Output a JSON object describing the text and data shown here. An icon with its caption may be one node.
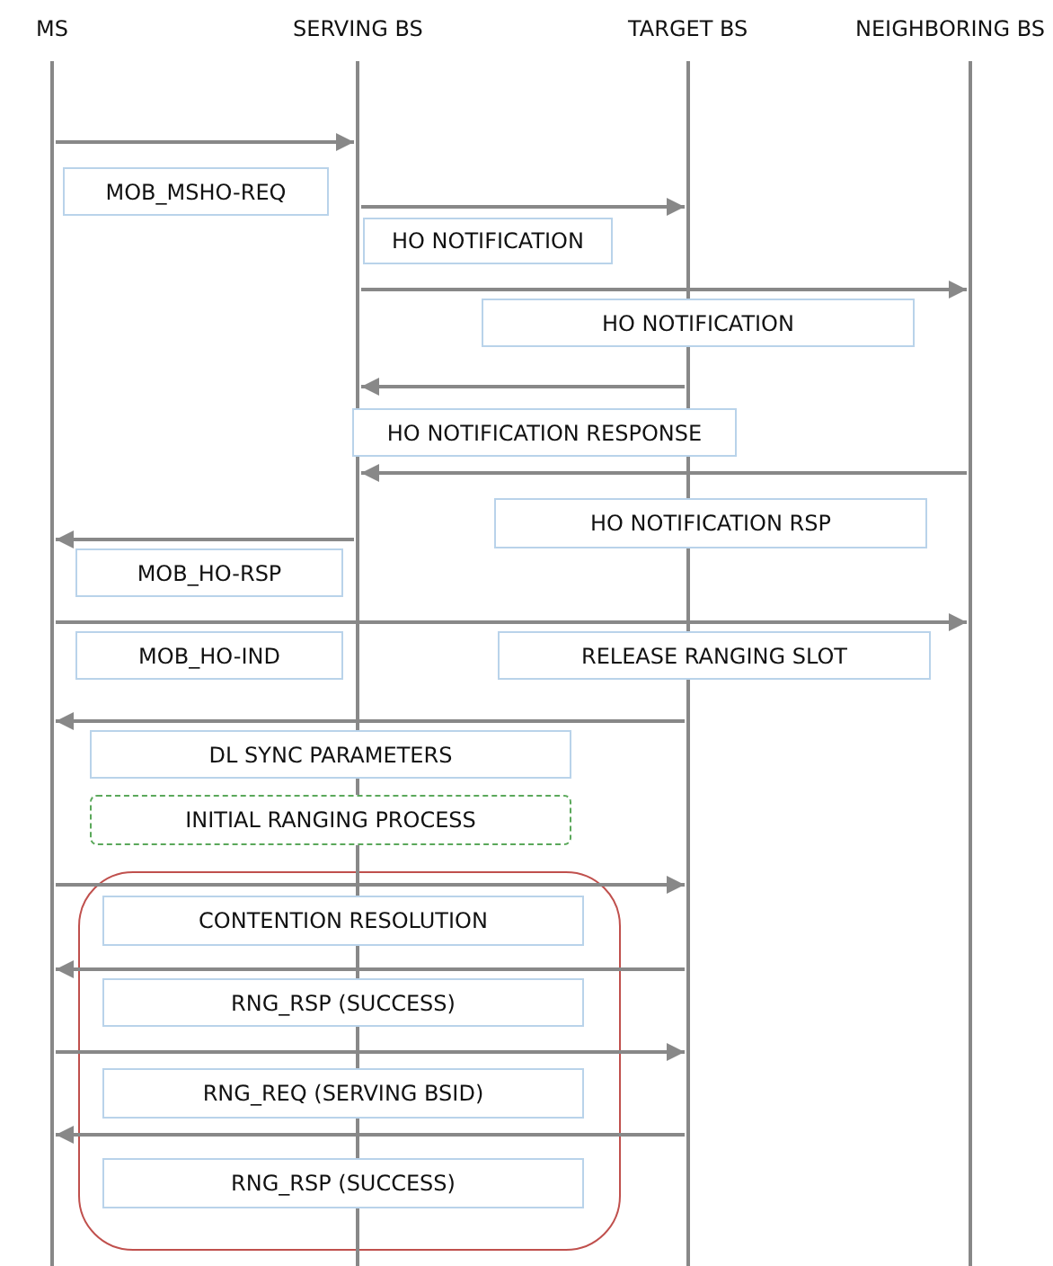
{
  "diagram": {
    "nodes": [
      {
        "text": [
          "MS"
        ]
      },
      {
        "text": [
          "SERVING BS"
        ]
      },
      {
        "text": [
          "TARGET BS"
        ]
      },
      {
        "text": [
          "NEIGHBORING BS"
        ]
      },
      {
        "text": [
          "INITIAL RANGING PROCESS"
        ]
      }
    ],
    "edges": [
      {
        "from": 0,
        "to": 1,
        "arrow": "to",
        "label": "MOB_MSHO-REQ"
      },
      {
        "from": 1,
        "to": 2,
        "arrow": "to",
        "label": "HO NOTIFICATION"
      },
      {
        "from": 1,
        "to": 3,
        "arrow": "to",
        "label": "HO NOTIFICATION"
      },
      {
        "from": 2,
        "to": 1,
        "arrow": "to",
        "label": "HO NOTIFICATION RESPONSE"
      },
      {
        "from": 3,
        "to": 1,
        "arrow": "to",
        "label": "HO NOTIFICATION RSP"
      },
      {
        "from": 1,
        "to": 0,
        "arrow": "to",
        "label": "MOB_HO-RSP"
      },
      {
        "from": 0,
        "to": 3,
        "arrow": "to",
        "label": "MOB_HO-IND"
      },
      {
        "from": 2,
        "to": 0,
        "arrow": "to",
        "label": "DL SYNC PARAMETERS"
      },
      {
        "from": 0,
        "to": 2,
        "arrow": "to",
        "label": "CONTENTION RESOLUTION"
      },
      {
        "from": 2,
        "to": 0,
        "arrow": "to",
        "label": "RNG_RSP (SUCCESS)"
      },
      {
        "from": 0,
        "to": 2,
        "arrow": "to",
        "label": "RNG_REQ (SERVING BSID)"
      },
      {
        "from": 2,
        "to": 0,
        "arrow": "to",
        "label": "RNG_RSP (SUCCESS)"
      }
    ],
    "labels": [
      "RELEASE RANGING SLOT"
    ]
  }
}
